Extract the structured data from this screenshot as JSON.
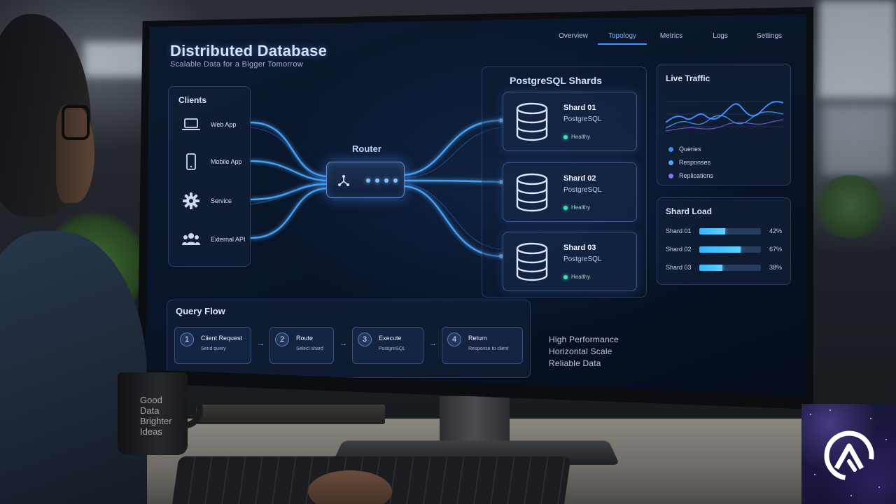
{
  "app": {
    "title": "Distributed Database",
    "subtitle": "Scalable Data for a Bigger Tomorrow"
  },
  "nav": {
    "tabs": [
      {
        "label": "Overview",
        "active": false
      },
      {
        "label": "Topology",
        "active": true
      },
      {
        "label": "Metrics",
        "active": false
      },
      {
        "label": "Logs",
        "active": false
      },
      {
        "label": "Settings",
        "active": false
      }
    ]
  },
  "clients": {
    "title": "Clients",
    "items": [
      {
        "label": "Web App",
        "icon": "laptop-icon"
      },
      {
        "label": "Mobile App",
        "icon": "phone-icon"
      },
      {
        "label": "Service",
        "icon": "gear-icon"
      },
      {
        "label": "External API",
        "icon": "users-icon"
      }
    ]
  },
  "router": {
    "label": "Router",
    "icon": "network-icon"
  },
  "shards": {
    "title": "PostgreSQL Shards",
    "items": [
      {
        "name": "Shard 01",
        "engine": "PostgreSQL",
        "status": "Healthy"
      },
      {
        "name": "Shard 02",
        "engine": "PostgreSQL",
        "status": "Healthy"
      },
      {
        "name": "Shard 03",
        "engine": "PostgreSQL",
        "status": "Healthy"
      }
    ]
  },
  "traffic": {
    "title": "Live Traffic",
    "legend": [
      {
        "label": "Queries",
        "color": "#3d8dff"
      },
      {
        "label": "Responses",
        "color": "#4fa6ff"
      },
      {
        "label": "Replications",
        "color": "#8a6cff"
      }
    ]
  },
  "shard_load": {
    "title": "Shard Load",
    "rows": [
      {
        "name": "Shard 01",
        "pct_label": "42%",
        "value": 42
      },
      {
        "name": "Shard 02",
        "pct_label": "67%",
        "value": 67
      },
      {
        "name": "Shard 03",
        "pct_label": "38%",
        "value": 38
      }
    ]
  },
  "query_flow": {
    "title": "Query Flow",
    "steps": [
      {
        "num": "1",
        "title": "Client Request",
        "sub": "Send query"
      },
      {
        "num": "2",
        "title": "Route",
        "sub": "Select shard"
      },
      {
        "num": "3",
        "title": "Execute",
        "sub": "PostgreSQL"
      },
      {
        "num": "4",
        "title": "Return",
        "sub": "Response to client"
      }
    ],
    "arrow": "→"
  },
  "taglines": [
    "High Performance",
    "Horizontal Scale",
    "Reliable Data"
  ],
  "mug": {
    "lines": [
      "Good",
      "Data",
      "Brighter",
      "Ideas"
    ]
  },
  "colors": {
    "accent": "#3f93ff",
    "healthy": "#3ee2a6",
    "wire": "#4aa8ff"
  }
}
